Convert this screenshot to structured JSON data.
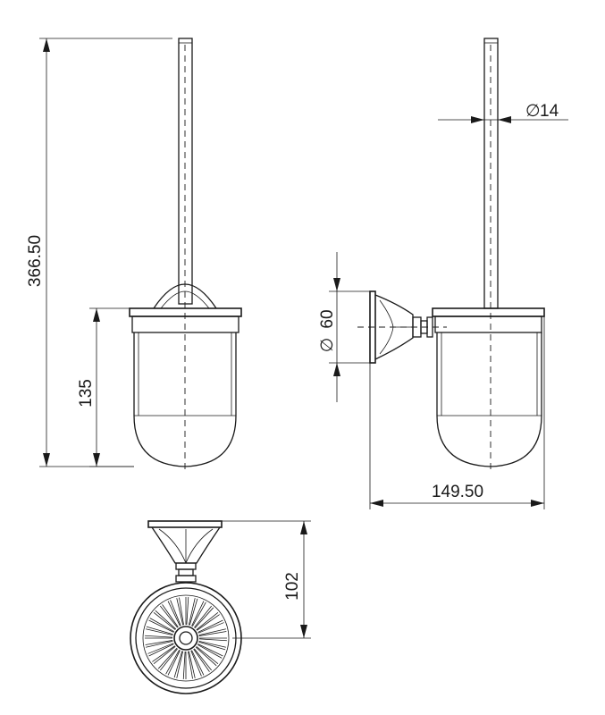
{
  "dimensions": {
    "overall_height": "366.50",
    "holder_height": "135",
    "rod_diameter": "14",
    "mount_diameter": "60",
    "depth": "149.50",
    "bottom_depth": "102"
  },
  "symbols": {
    "diameter": "∅"
  }
}
